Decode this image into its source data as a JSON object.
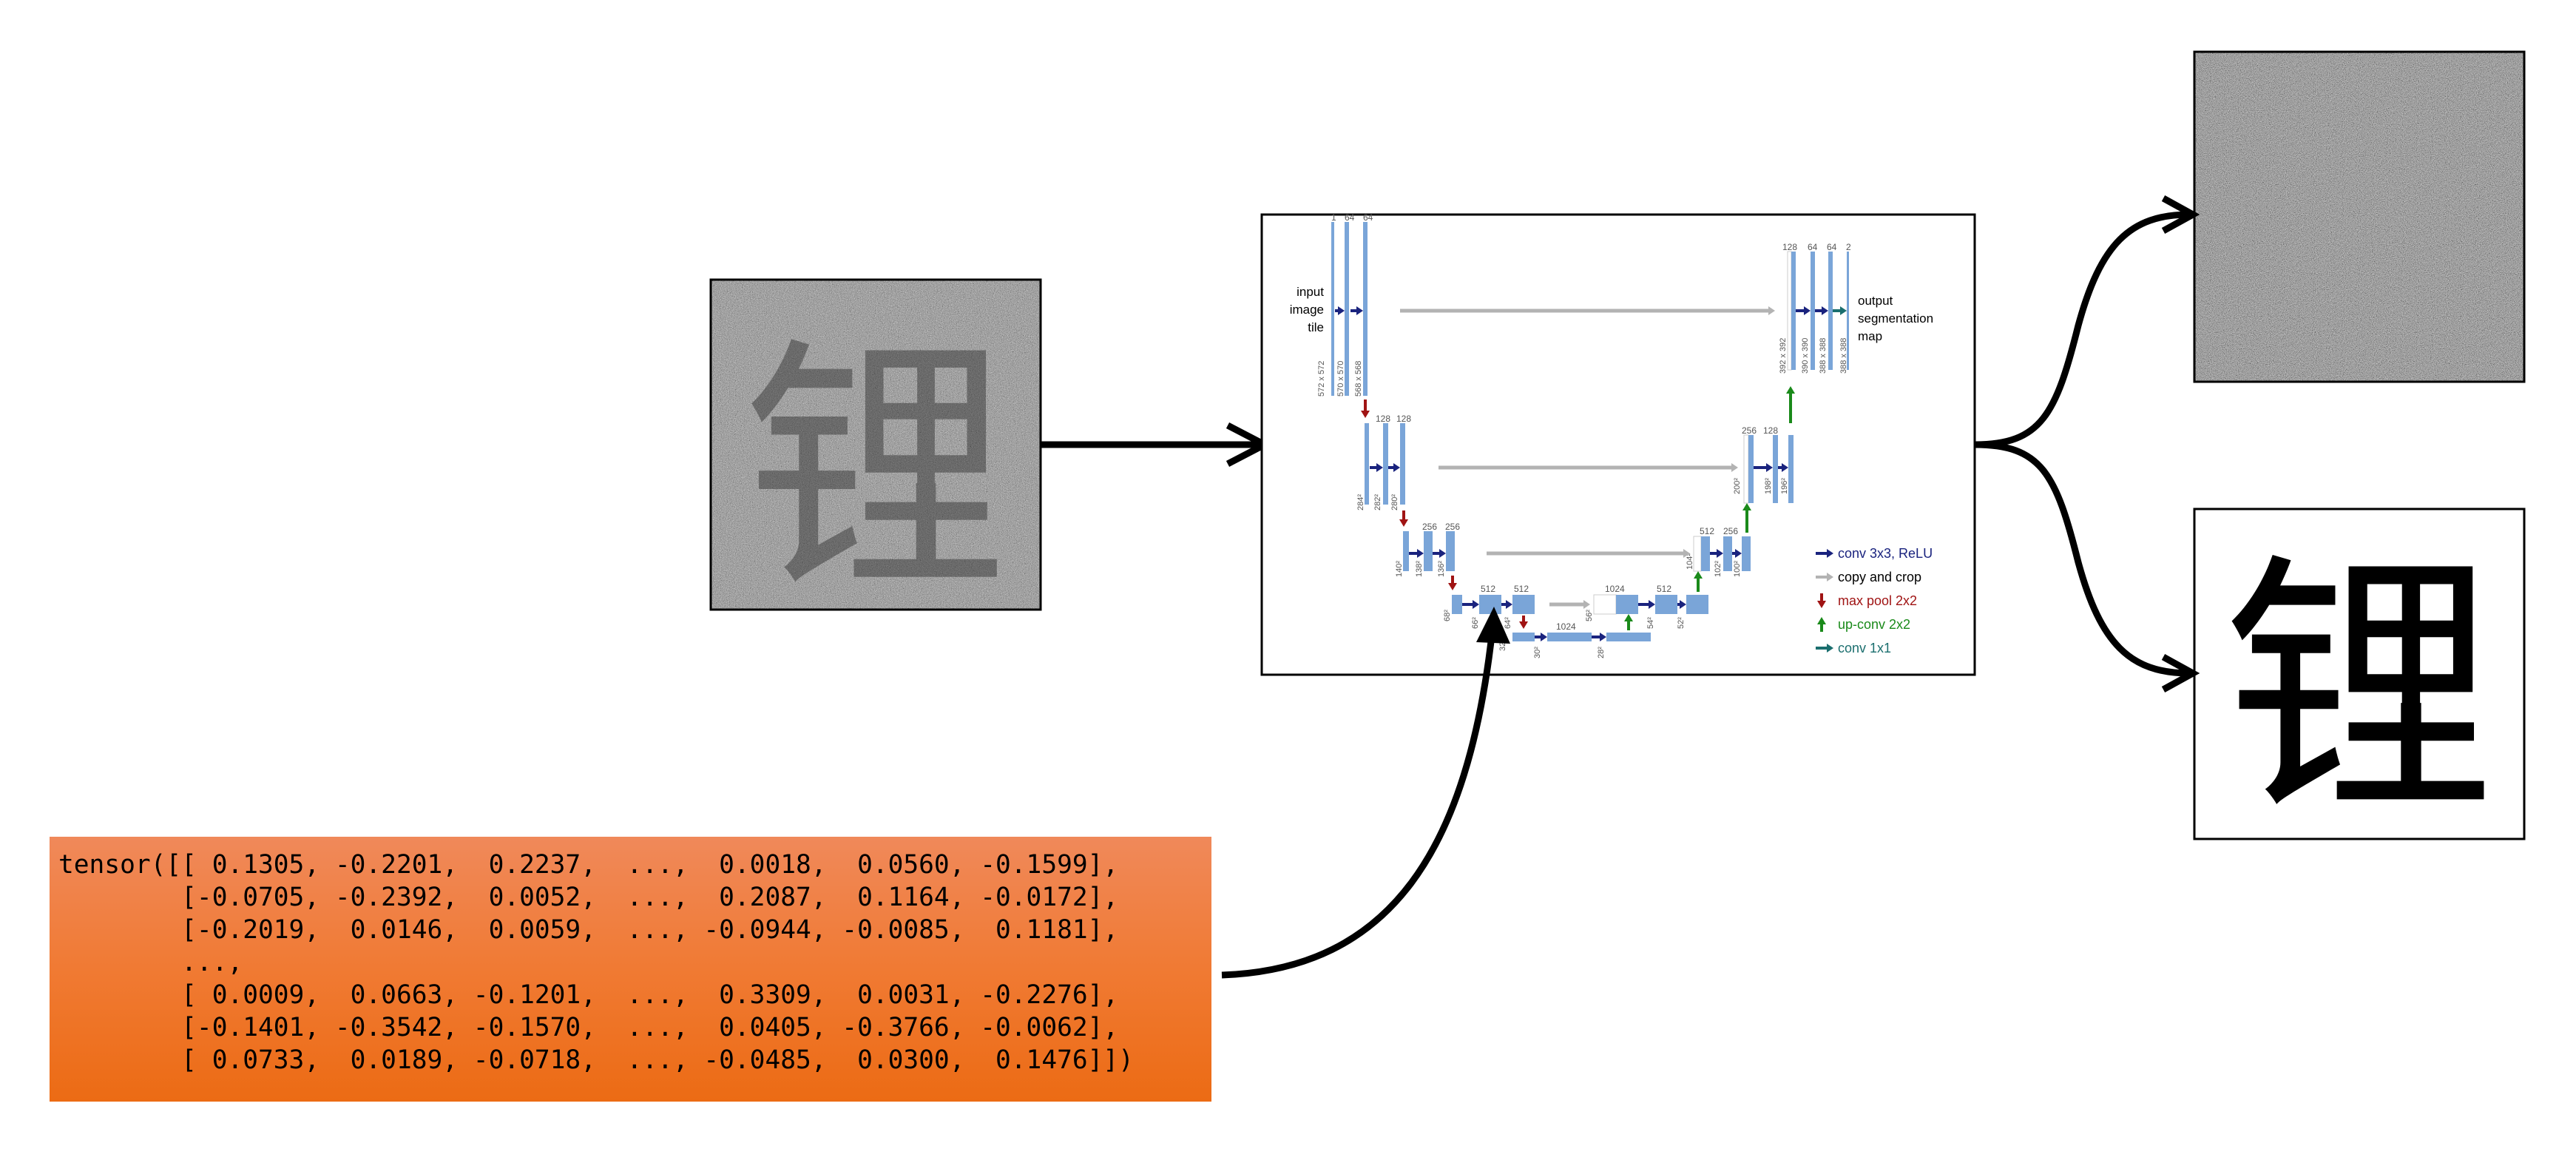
{
  "tensor": {
    "lines": [
      "tensor([[ 0.1305, -0.2201,  0.2237,  ...,  0.0018,  0.0560, -0.1599],",
      "        [-0.0705, -0.2392,  0.0052,  ...,  0.2087,  0.1164, -0.0172],",
      "        [-0.2019,  0.0146,  0.0059,  ..., -0.0944, -0.0085,  0.1181],",
      "        ...,",
      "        [ 0.0009,  0.0663, -0.1201,  ...,  0.3309,  0.0031, -0.2276],",
      "        [-0.1401, -0.3542, -0.1570,  ...,  0.0405, -0.3766, -0.0062],",
      "        [ 0.0733,  0.0189, -0.0718,  ..., -0.0485,  0.0300,  0.1476]])"
    ]
  },
  "character": "锂",
  "unet": {
    "input_label": [
      "input",
      "image",
      "tile"
    ],
    "output_label": [
      "output",
      "segmentation",
      "map"
    ],
    "channels": {
      "l1": [
        "1",
        "64",
        "64"
      ],
      "l2": [
        "128",
        "128"
      ],
      "l3": [
        "256",
        "256"
      ],
      "l4": [
        "512",
        "512"
      ],
      "bottom": [
        "1024",
        "1024"
      ],
      "r4": [
        "1024",
        "512"
      ],
      "r3": [
        "512",
        "256"
      ],
      "r2": [
        "256",
        "128"
      ],
      "r1": [
        "128",
        "64",
        "64",
        "2"
      ]
    },
    "sizes": {
      "l1": [
        "572 x 572",
        "570 x 570",
        "568 x 568"
      ],
      "l2": [
        "284²",
        "282²",
        "280²"
      ],
      "l3": [
        "140²",
        "138²",
        "136²"
      ],
      "l4": [
        "68²",
        "66²",
        "64²"
      ],
      "bottom": [
        "32²",
        "30²",
        "28²"
      ],
      "r4": [
        "56²",
        "54²",
        "52²"
      ],
      "r3": [
        "104²",
        "102²",
        "100²"
      ],
      "r2": [
        "200²",
        "198²",
        "196²"
      ],
      "r1": [
        "392 x 392",
        "390 x 390",
        "388 x 388",
        "388 x 388"
      ]
    },
    "legend": [
      {
        "label": "conv 3x3, ReLU",
        "color": "#1a237e",
        "icon": "arrow-right-icon"
      },
      {
        "label": "copy and crop",
        "color": "#000000",
        "icon": "arrow-right-icon"
      },
      {
        "label": "max pool 2x2",
        "color": "#a01414",
        "icon": "arrow-down-icon"
      },
      {
        "label": "up-conv 2x2",
        "color": "#1a8a1a",
        "icon": "arrow-up-icon"
      },
      {
        "label": "conv 1x1",
        "color": "#1a6e6e",
        "icon": "arrow-right-icon"
      }
    ]
  },
  "colors": {
    "tensor_bg": "#f07a33",
    "feature_map": "#7aa5d8",
    "conv_arrow": "#1a237e",
    "copy_arrow": "#b3b3b3",
    "pool_arrow": "#a01414",
    "upconv_arrow": "#1a8a1a",
    "conv1x1_arrow": "#1a6e6e"
  }
}
